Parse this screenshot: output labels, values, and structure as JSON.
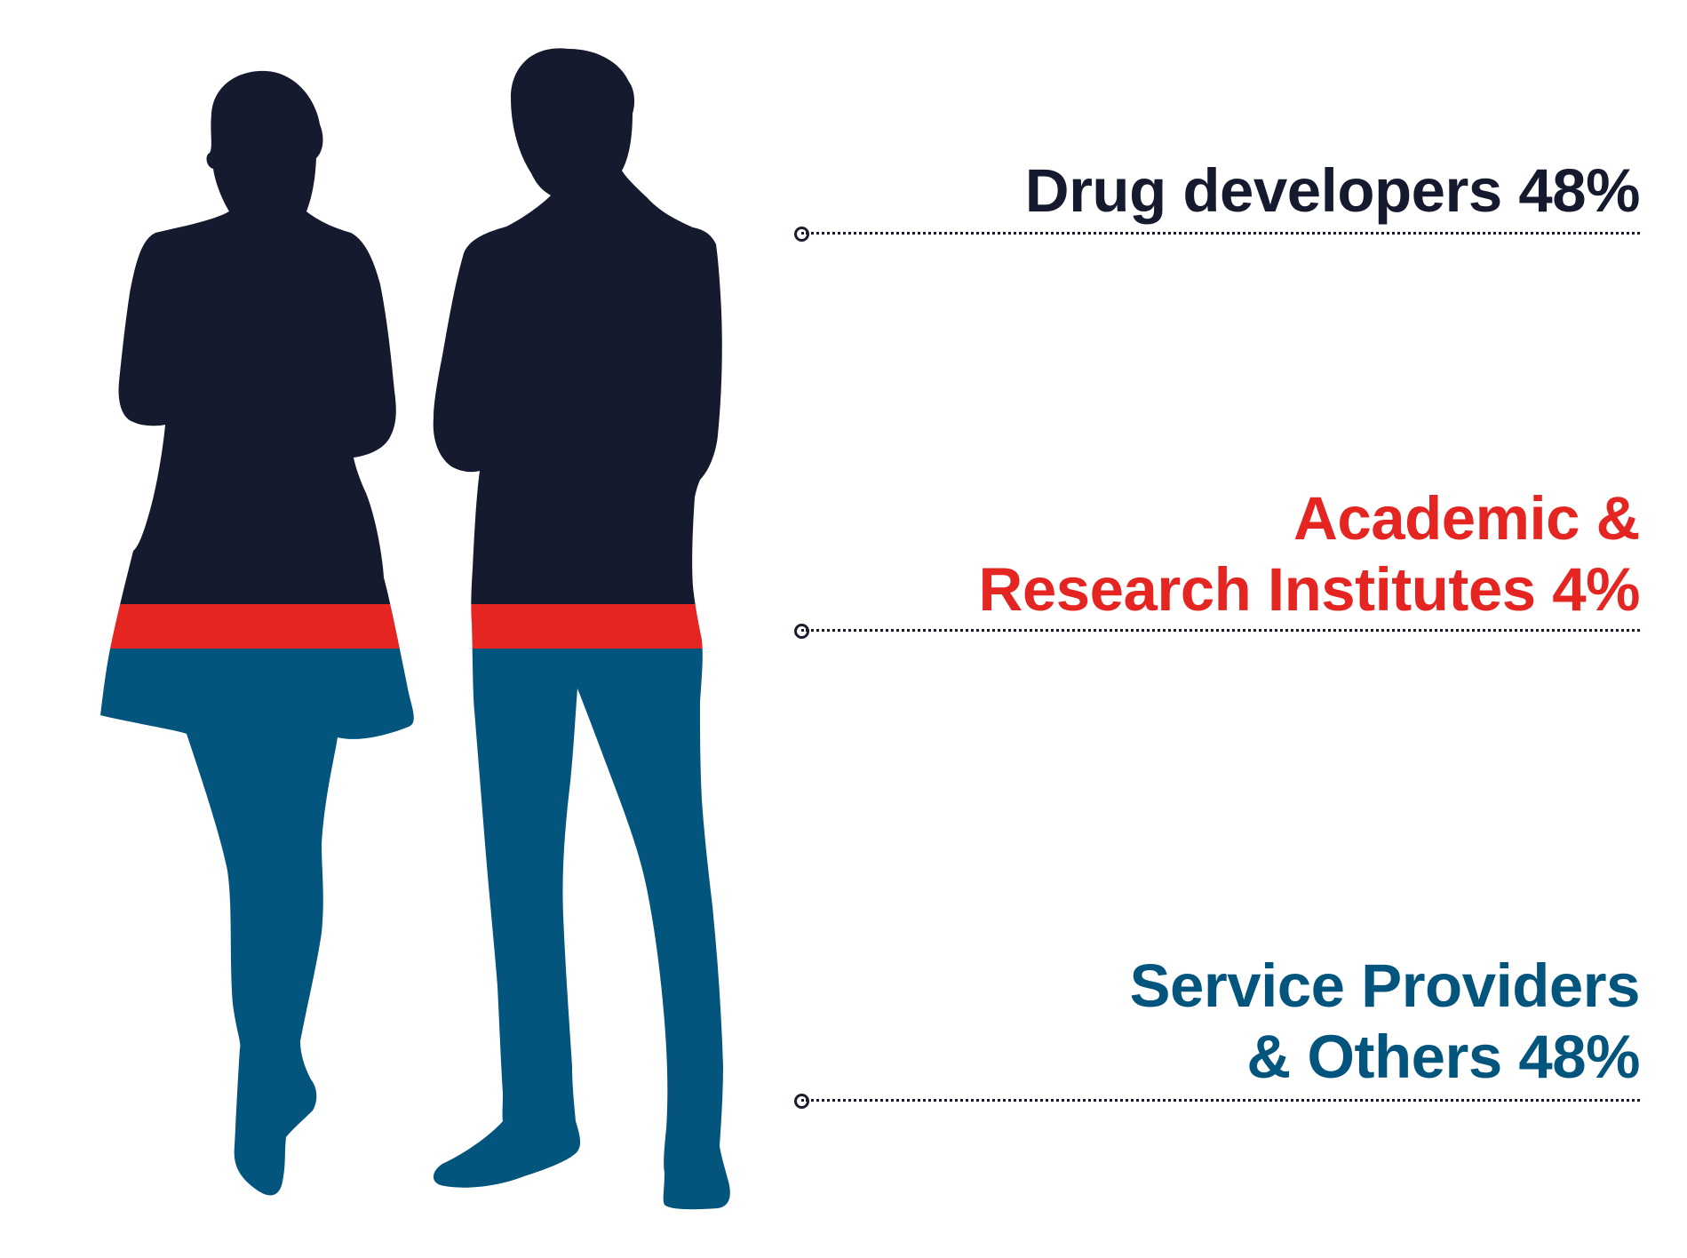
{
  "chart_data": {
    "type": "pie",
    "categories": [
      "Drug developers",
      "Academic & Research Institutes",
      "Service Providers & Others"
    ],
    "values": [
      48,
      4,
      48
    ],
    "unit": "%",
    "labels": [
      {
        "category": "Drug developers",
        "lines": [
          "Drug developers 48%"
        ],
        "color": "#161a2e"
      },
      {
        "category": "Academic & Research Institutes",
        "lines": [
          "Academic &",
          "Research Institutes 4%"
        ],
        "color": "#e42521"
      },
      {
        "category": "Service Providers & Others",
        "lines": [
          "Service Providers",
          "& Others 48%"
        ],
        "color": "#04557e"
      }
    ]
  },
  "colors": {
    "drug_developers": "#161a2e",
    "academic": "#e42521",
    "service_providers": "#04557e",
    "leader": "#1a1a2e"
  }
}
